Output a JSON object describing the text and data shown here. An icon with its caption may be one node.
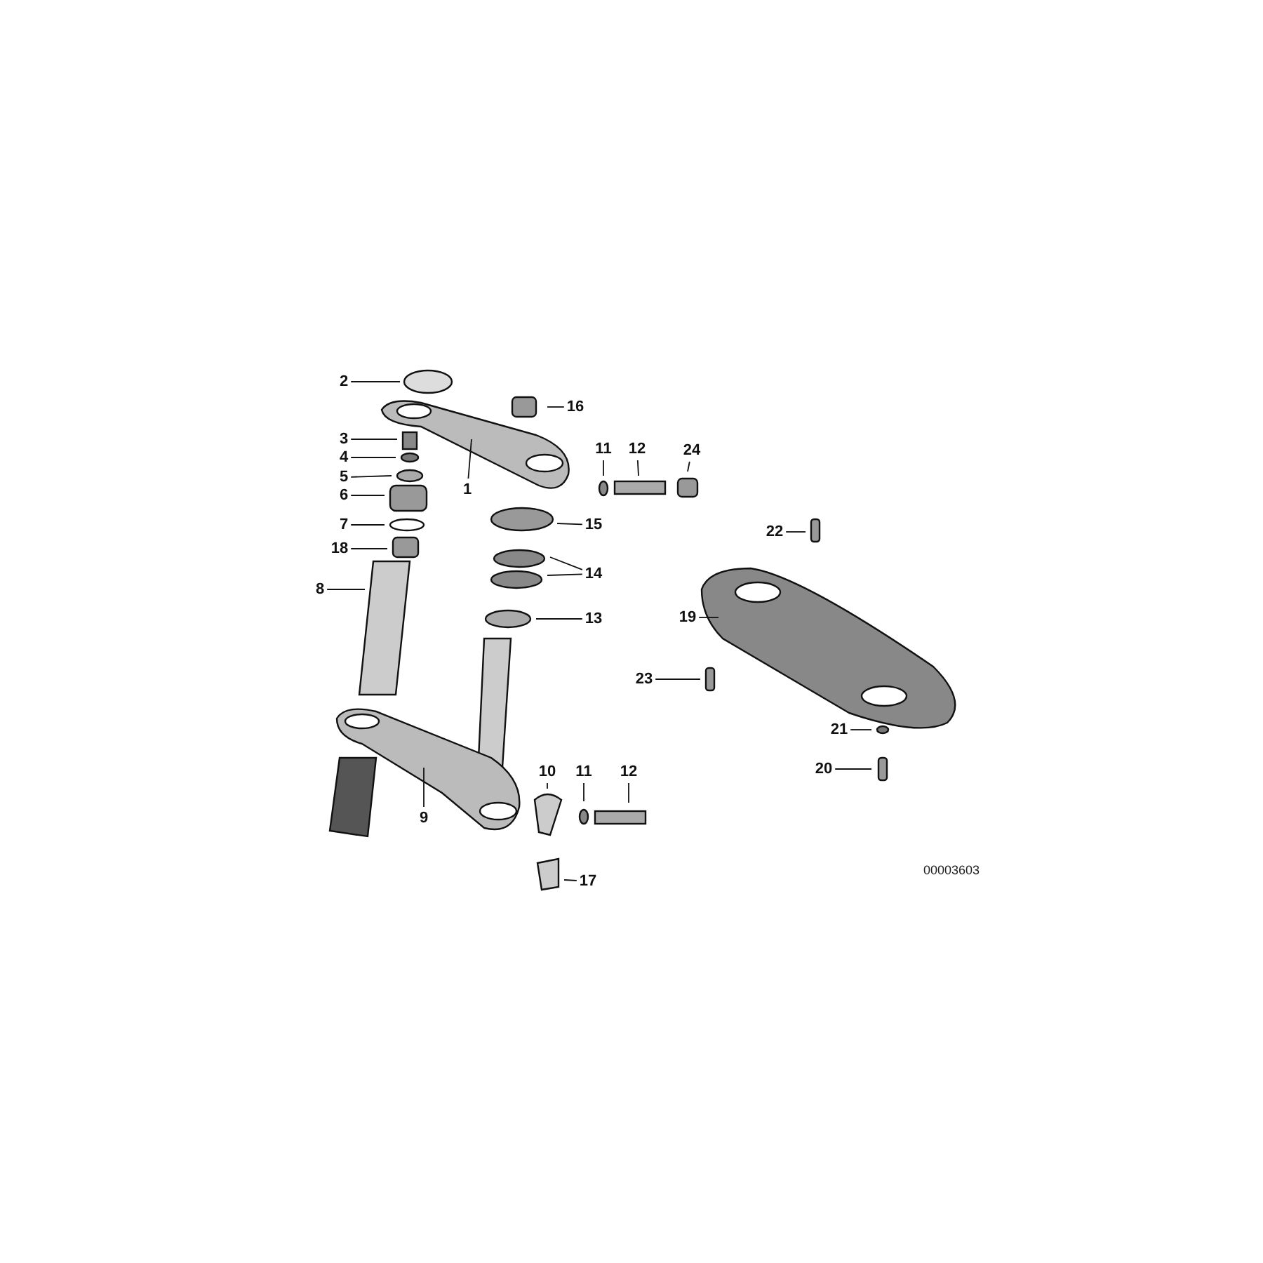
{
  "diagram": {
    "nodes": [
      {
        "text": [
          "2"
        ]
      },
      {
        "text": [
          "16"
        ]
      },
      {
        "text": [
          "3"
        ]
      },
      {
        "text": [
          "4"
        ]
      },
      {
        "text": [
          "5"
        ]
      },
      {
        "text": [
          "6"
        ]
      },
      {
        "text": [
          "1"
        ]
      },
      {
        "text": [
          "11"
        ]
      },
      {
        "text": [
          "12"
        ]
      },
      {
        "text": [
          "24"
        ]
      },
      {
        "text": [
          "7"
        ]
      },
      {
        "text": [
          "15"
        ]
      },
      {
        "text": [
          "18"
        ]
      },
      {
        "text": [
          "14"
        ]
      },
      {
        "text": [
          "8"
        ]
      },
      {
        "text": [
          "13"
        ]
      },
      {
        "text": [
          "22"
        ]
      },
      {
        "text": [
          "19"
        ]
      },
      {
        "text": [
          "23"
        ]
      },
      {
        "text": [
          "21"
        ]
      },
      {
        "text": [
          "20"
        ]
      },
      {
        "text": [
          "10"
        ]
      },
      {
        "text": [
          "11"
        ]
      },
      {
        "text": [
          "12"
        ]
      },
      {
        "text": [
          "9"
        ]
      },
      {
        "text": [
          "17"
        ]
      }
    ],
    "edges": [
      {
        "from": 0,
        "to": null,
        "arrow": "none"
      },
      {
        "from": 1,
        "to": null,
        "arrow": "none"
      },
      {
        "from": 2,
        "to": null,
        "arrow": "none"
      },
      {
        "from": 3,
        "to": null,
        "arrow": "none"
      },
      {
        "from": 4,
        "to": null,
        "arrow": "none"
      },
      {
        "from": 5,
        "to": null,
        "arrow": "none"
      },
      {
        "from": 6,
        "to": null,
        "arrow": "none"
      },
      {
        "from": 7,
        "to": null,
        "arrow": "none"
      },
      {
        "from": 8,
        "to": null,
        "arrow": "none"
      },
      {
        "from": 9,
        "to": null,
        "arrow": "none"
      },
      {
        "from": 10,
        "to": null,
        "arrow": "none"
      },
      {
        "from": 11,
        "to": null,
        "arrow": "none"
      },
      {
        "from": 12,
        "to": null,
        "arrow": "none"
      },
      {
        "from": 13,
        "to": null,
        "arrow": "none"
      },
      {
        "from": 13,
        "to": null,
        "arrow": "none"
      },
      {
        "from": 14,
        "to": null,
        "arrow": "none"
      },
      {
        "from": 15,
        "to": null,
        "arrow": "none"
      },
      {
        "from": 16,
        "to": null,
        "arrow": "none"
      },
      {
        "from": 17,
        "to": null,
        "arrow": "none"
      },
      {
        "from": 18,
        "to": null,
        "arrow": "none"
      },
      {
        "from": 19,
        "to": null,
        "arrow": "none"
      },
      {
        "from": 20,
        "to": null,
        "arrow": "none"
      },
      {
        "from": 21,
        "to": null,
        "arrow": "none"
      },
      {
        "from": 22,
        "to": null,
        "arrow": "none"
      },
      {
        "from": 23,
        "to": null,
        "arrow": "none"
      },
      {
        "from": 24,
        "to": null,
        "arrow": "none"
      },
      {
        "from": 25,
        "to": null,
        "arrow": "none"
      }
    ],
    "labels": [
      "00003603"
    ]
  }
}
